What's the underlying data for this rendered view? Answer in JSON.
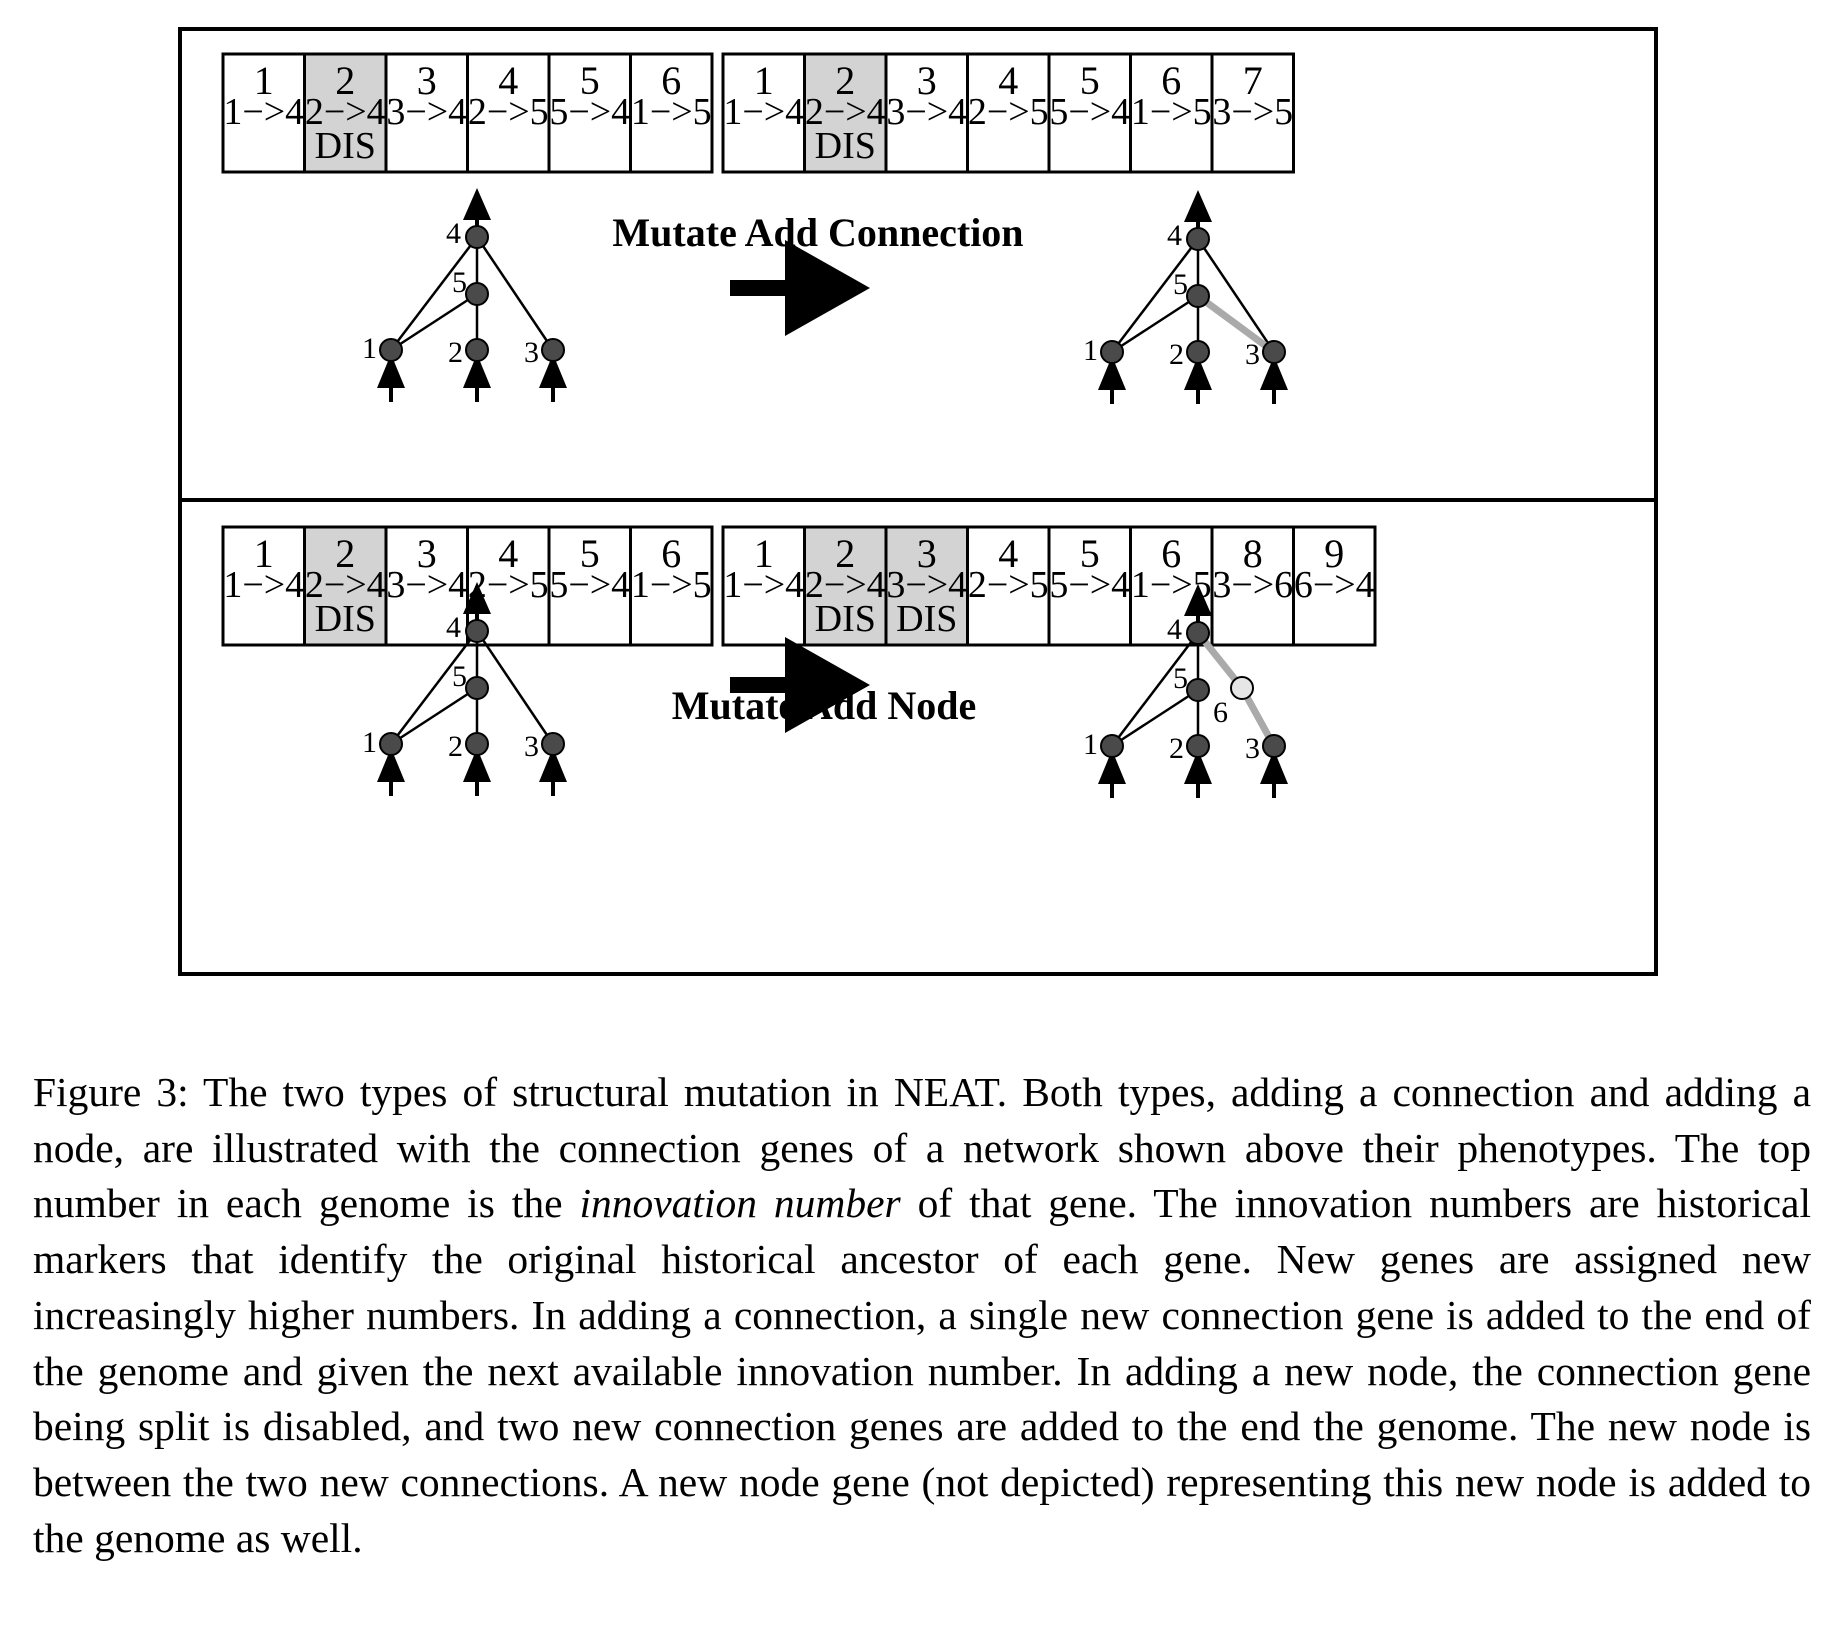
{
  "panels": [
    {
      "title": "Mutate Add Connection",
      "before": {
        "genes": [
          {
            "innovation": "1",
            "connection": "1−>4",
            "disabled": false
          },
          {
            "innovation": "2",
            "connection": "2−>4",
            "disabled": true
          },
          {
            "innovation": "3",
            "connection": "3−>4",
            "disabled": false
          },
          {
            "innovation": "4",
            "connection": "2−>5",
            "disabled": false
          },
          {
            "innovation": "5",
            "connection": "5−>4",
            "disabled": false
          },
          {
            "innovation": "6",
            "connection": "1−>5",
            "disabled": false
          }
        ],
        "network": {
          "nodes": [
            {
              "id": "1",
              "kind": "input"
            },
            {
              "id": "2",
              "kind": "input"
            },
            {
              "id": "3",
              "kind": "input"
            },
            {
              "id": "4",
              "kind": "output"
            },
            {
              "id": "5",
              "kind": "hidden"
            }
          ],
          "edges": [
            {
              "from": "1",
              "to": "4",
              "new": false
            },
            {
              "from": "3",
              "to": "4",
              "new": false
            },
            {
              "from": "2",
              "to": "5",
              "new": false
            },
            {
              "from": "5",
              "to": "4",
              "new": false
            },
            {
              "from": "1",
              "to": "5",
              "new": false
            }
          ]
        }
      },
      "after": {
        "genes": [
          {
            "innovation": "1",
            "connection": "1−>4",
            "disabled": false
          },
          {
            "innovation": "2",
            "connection": "2−>4",
            "disabled": true
          },
          {
            "innovation": "3",
            "connection": "3−>4",
            "disabled": false
          },
          {
            "innovation": "4",
            "connection": "2−>5",
            "disabled": false
          },
          {
            "innovation": "5",
            "connection": "5−>4",
            "disabled": false
          },
          {
            "innovation": "6",
            "connection": "1−>5",
            "disabled": false
          },
          {
            "innovation": "7",
            "connection": "3−>5",
            "disabled": false
          }
        ],
        "network": {
          "nodes": [
            {
              "id": "1",
              "kind": "input"
            },
            {
              "id": "2",
              "kind": "input"
            },
            {
              "id": "3",
              "kind": "input"
            },
            {
              "id": "4",
              "kind": "output"
            },
            {
              "id": "5",
              "kind": "hidden"
            }
          ],
          "edges": [
            {
              "from": "1",
              "to": "4",
              "new": false
            },
            {
              "from": "3",
              "to": "4",
              "new": false
            },
            {
              "from": "2",
              "to": "5",
              "new": false
            },
            {
              "from": "5",
              "to": "4",
              "new": false
            },
            {
              "from": "1",
              "to": "5",
              "new": false
            },
            {
              "from": "3",
              "to": "5",
              "new": true
            }
          ]
        }
      }
    },
    {
      "title": "Mutate Add Node",
      "before": {
        "genes": [
          {
            "innovation": "1",
            "connection": "1−>4",
            "disabled": false
          },
          {
            "innovation": "2",
            "connection": "2−>4",
            "disabled": true
          },
          {
            "innovation": "3",
            "connection": "3−>4",
            "disabled": false
          },
          {
            "innovation": "4",
            "connection": "2−>5",
            "disabled": false
          },
          {
            "innovation": "5",
            "connection": "5−>4",
            "disabled": false
          },
          {
            "innovation": "6",
            "connection": "1−>5",
            "disabled": false
          }
        ],
        "network": {
          "nodes": [
            {
              "id": "1",
              "kind": "input"
            },
            {
              "id": "2",
              "kind": "input"
            },
            {
              "id": "3",
              "kind": "input"
            },
            {
              "id": "4",
              "kind": "output"
            },
            {
              "id": "5",
              "kind": "hidden"
            }
          ],
          "edges": [
            {
              "from": "1",
              "to": "4",
              "new": false
            },
            {
              "from": "3",
              "to": "4",
              "new": false
            },
            {
              "from": "2",
              "to": "5",
              "new": false
            },
            {
              "from": "5",
              "to": "4",
              "new": false
            },
            {
              "from": "1",
              "to": "5",
              "new": false
            }
          ]
        }
      },
      "after": {
        "genes": [
          {
            "innovation": "1",
            "connection": "1−>4",
            "disabled": false
          },
          {
            "innovation": "2",
            "connection": "2−>4",
            "disabled": true
          },
          {
            "innovation": "3",
            "connection": "3−>4",
            "disabled": true
          },
          {
            "innovation": "4",
            "connection": "2−>5",
            "disabled": false
          },
          {
            "innovation": "5",
            "connection": "5−>4",
            "disabled": false
          },
          {
            "innovation": "6",
            "connection": "1−>5",
            "disabled": false
          },
          {
            "innovation": "8",
            "connection": "3−>6",
            "disabled": false
          },
          {
            "innovation": "9",
            "connection": "6−>4",
            "disabled": false
          }
        ],
        "network": {
          "nodes": [
            {
              "id": "1",
              "kind": "input"
            },
            {
              "id": "2",
              "kind": "input"
            },
            {
              "id": "3",
              "kind": "input"
            },
            {
              "id": "4",
              "kind": "output"
            },
            {
              "id": "5",
              "kind": "hidden"
            },
            {
              "id": "6",
              "kind": "new-hidden"
            }
          ],
          "edges": [
            {
              "from": "1",
              "to": "4",
              "new": false
            },
            {
              "from": "2",
              "to": "5",
              "new": false
            },
            {
              "from": "5",
              "to": "4",
              "new": false
            },
            {
              "from": "1",
              "to": "5",
              "new": false
            },
            {
              "from": "3",
              "to": "6",
              "new": true
            },
            {
              "from": "6",
              "to": "4",
              "new": true
            }
          ]
        }
      }
    }
  ],
  "disabled_label": "DIS",
  "colors": {
    "disabled_gene_fill": "#d3d3d3",
    "node_fill": "#4a4a4a",
    "new_node_fill": "#e6e6e6",
    "new_edge": "#aaaaaa",
    "ink": "#000000"
  },
  "caption": {
    "prefix": "Figure 3: The two types of structural mutation in NEAT. Both types, adding a connection and adding a node, are illustrated with the connection genes of a network shown above their phenotypes.  The top number in each genome is the ",
    "emphasis": "innovation number",
    "suffix": " of that gene. The innovation numbers are historical markers that identify the original historical ancestor of each gene.  New genes are assigned new increasingly higher numbers.  In adding a connection, a single new connection gene is added to the end of the genome and given the next available innovation number.  In adding a new node, the connection gene being split is disabled, and two new connection genes are added to the end the genome. The new node is between the two new connections. A new node gene (not depicted) representing this new node is added to the genome as well."
  }
}
